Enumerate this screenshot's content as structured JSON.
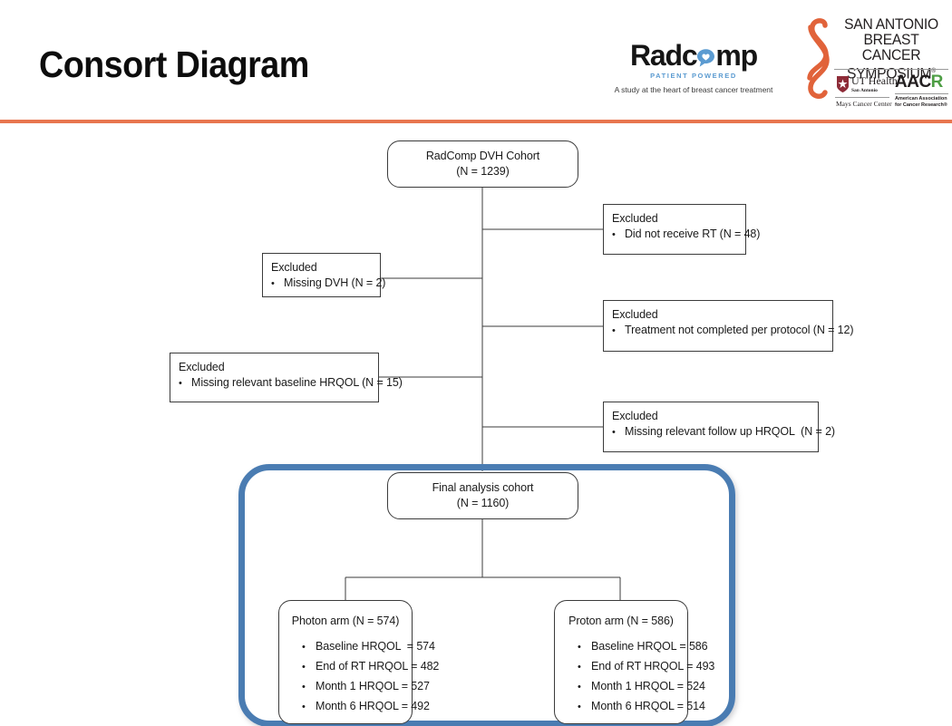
{
  "header": {
    "title": "Consort Diagram",
    "rule_color": "#E8764F",
    "radcomp": {
      "word_start": "Radc",
      "word_end": "mp",
      "tagline": "PATIENT POWERED",
      "subtitle": "A study at the heart of breast cancer treatment",
      "accent_color": "#5b9bd1"
    },
    "sabcs": {
      "line1": "SAN ANTONIO",
      "line2": "BREAST CANCER",
      "line3": "SYMPOSIUM",
      "registered_mark": "®",
      "ribbon_color": "#E1633A",
      "ut_health": {
        "name": "UT Health",
        "city": "San Antonio",
        "center": "Mays Cancer Center",
        "shield_color": "#8E2C38"
      },
      "aacr": {
        "letters": "AAC",
        "last_letter": "R",
        "last_letter_color": "#4e9e45",
        "sub_line1": "American Association",
        "sub_line2": "for Cancer Research®"
      }
    }
  },
  "diagram": {
    "type": "consort-flow",
    "cohort": {
      "line1": "RadComp DVH Cohort",
      "line2": "(N = 1239)"
    },
    "exclusions": [
      {
        "id": "did-not-receive-rt",
        "side": "right",
        "title": "Excluded",
        "bullet": "Did not receive RT (N = 48)",
        "n": 48
      },
      {
        "id": "missing-dvh",
        "side": "left",
        "title": "Excluded",
        "bullet": "Missing DVH (N = 2)",
        "n": 2
      },
      {
        "id": "treatment-not-completed",
        "side": "right",
        "title": "Excluded",
        "bullet": "Treatment not completed per protocol (N = 12)",
        "n": 12
      },
      {
        "id": "missing-baseline-hrqol",
        "side": "left",
        "title": "Excluded",
        "bullet": "Missing relevant baseline HRQOL (N = 15)",
        "n": 15
      },
      {
        "id": "missing-followup-hrqol",
        "side": "right",
        "title": "Excluded",
        "bullet": "Missing relevant follow up HRQOL  (N = 2)",
        "n": 2
      }
    ],
    "final_cohort": {
      "line1": "Final analysis cohort",
      "line2": "(N = 1160)"
    },
    "arms": [
      {
        "id": "photon-arm",
        "title": "Photon arm (N = 574)",
        "n": 574,
        "items": [
          "Baseline HRQOL  = 574",
          "End of RT HRQOL = 482",
          "Month 1 HRQOL = 527",
          "Month 6 HRQOL = 492"
        ]
      },
      {
        "id": "proton-arm",
        "title": "Proton arm (N = 586)",
        "n": 586,
        "items": [
          "Baseline HRQOL = 586",
          "End of RT HRQOL = 493",
          "Month 1 HRQOL = 524",
          "Month 6 HRQOL = 514"
        ]
      }
    ],
    "highlight": {
      "color": "#4a7cb2",
      "label": "final-analysis-highlight"
    }
  }
}
